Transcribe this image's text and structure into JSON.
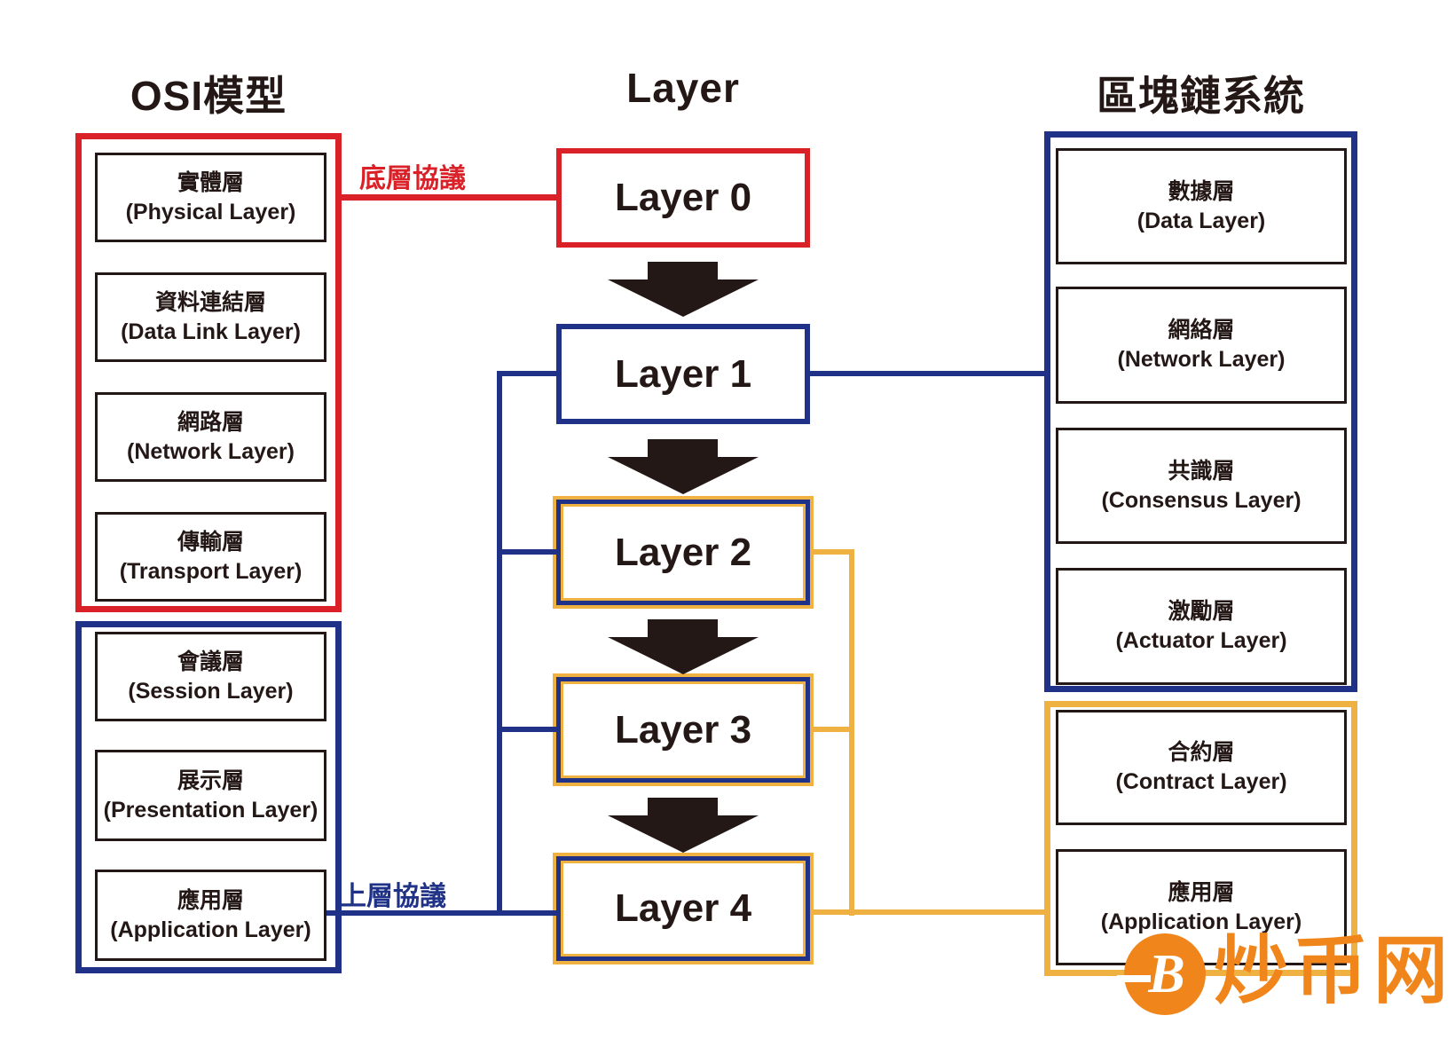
{
  "titles": {
    "osi": "OSI模型",
    "layer": "Layer",
    "blockchain": "區塊鏈系統"
  },
  "osi": {
    "lower_group": [
      {
        "zh": "實體層",
        "en": "(Physical Layer)"
      },
      {
        "zh": "資料連結層",
        "en": "(Data Link Layer)"
      },
      {
        "zh": "網路層",
        "en": "(Network Layer)"
      },
      {
        "zh": "傳輸層",
        "en": "(Transport Layer)"
      }
    ],
    "upper_group": [
      {
        "zh": "會議層",
        "en": "(Session Layer)"
      },
      {
        "zh": "展示層",
        "en": "(Presentation Layer)"
      },
      {
        "zh": "應用層",
        "en": "(Application Layer)"
      }
    ]
  },
  "layers": {
    "l0": "Layer 0",
    "l1": "Layer 1",
    "l2": "Layer 2",
    "l3": "Layer 3",
    "l4": "Layer 4"
  },
  "blockchain": {
    "core_group": [
      {
        "zh": "數據層",
        "en": "(Data Layer)"
      },
      {
        "zh": "網絡層",
        "en": "(Network Layer)"
      },
      {
        "zh": "共識層",
        "en": "(Consensus Layer)"
      },
      {
        "zh": "激勵層",
        "en": "(Actuator Layer)"
      }
    ],
    "app_group": [
      {
        "zh": "合約層",
        "en": "(Contract Layer)"
      },
      {
        "zh": "應用層",
        "en": "(Application Layer)"
      }
    ]
  },
  "connectors": {
    "lower_protocol": "底層協議",
    "upper_protocol": "上層協議"
  },
  "watermark": {
    "symbol": "B",
    "text": "炒币网"
  },
  "colors": {
    "red": "#da2128",
    "navy": "#1f3287",
    "gold": "#f0b143",
    "ink": "#231815",
    "orange": "#f0861b"
  }
}
